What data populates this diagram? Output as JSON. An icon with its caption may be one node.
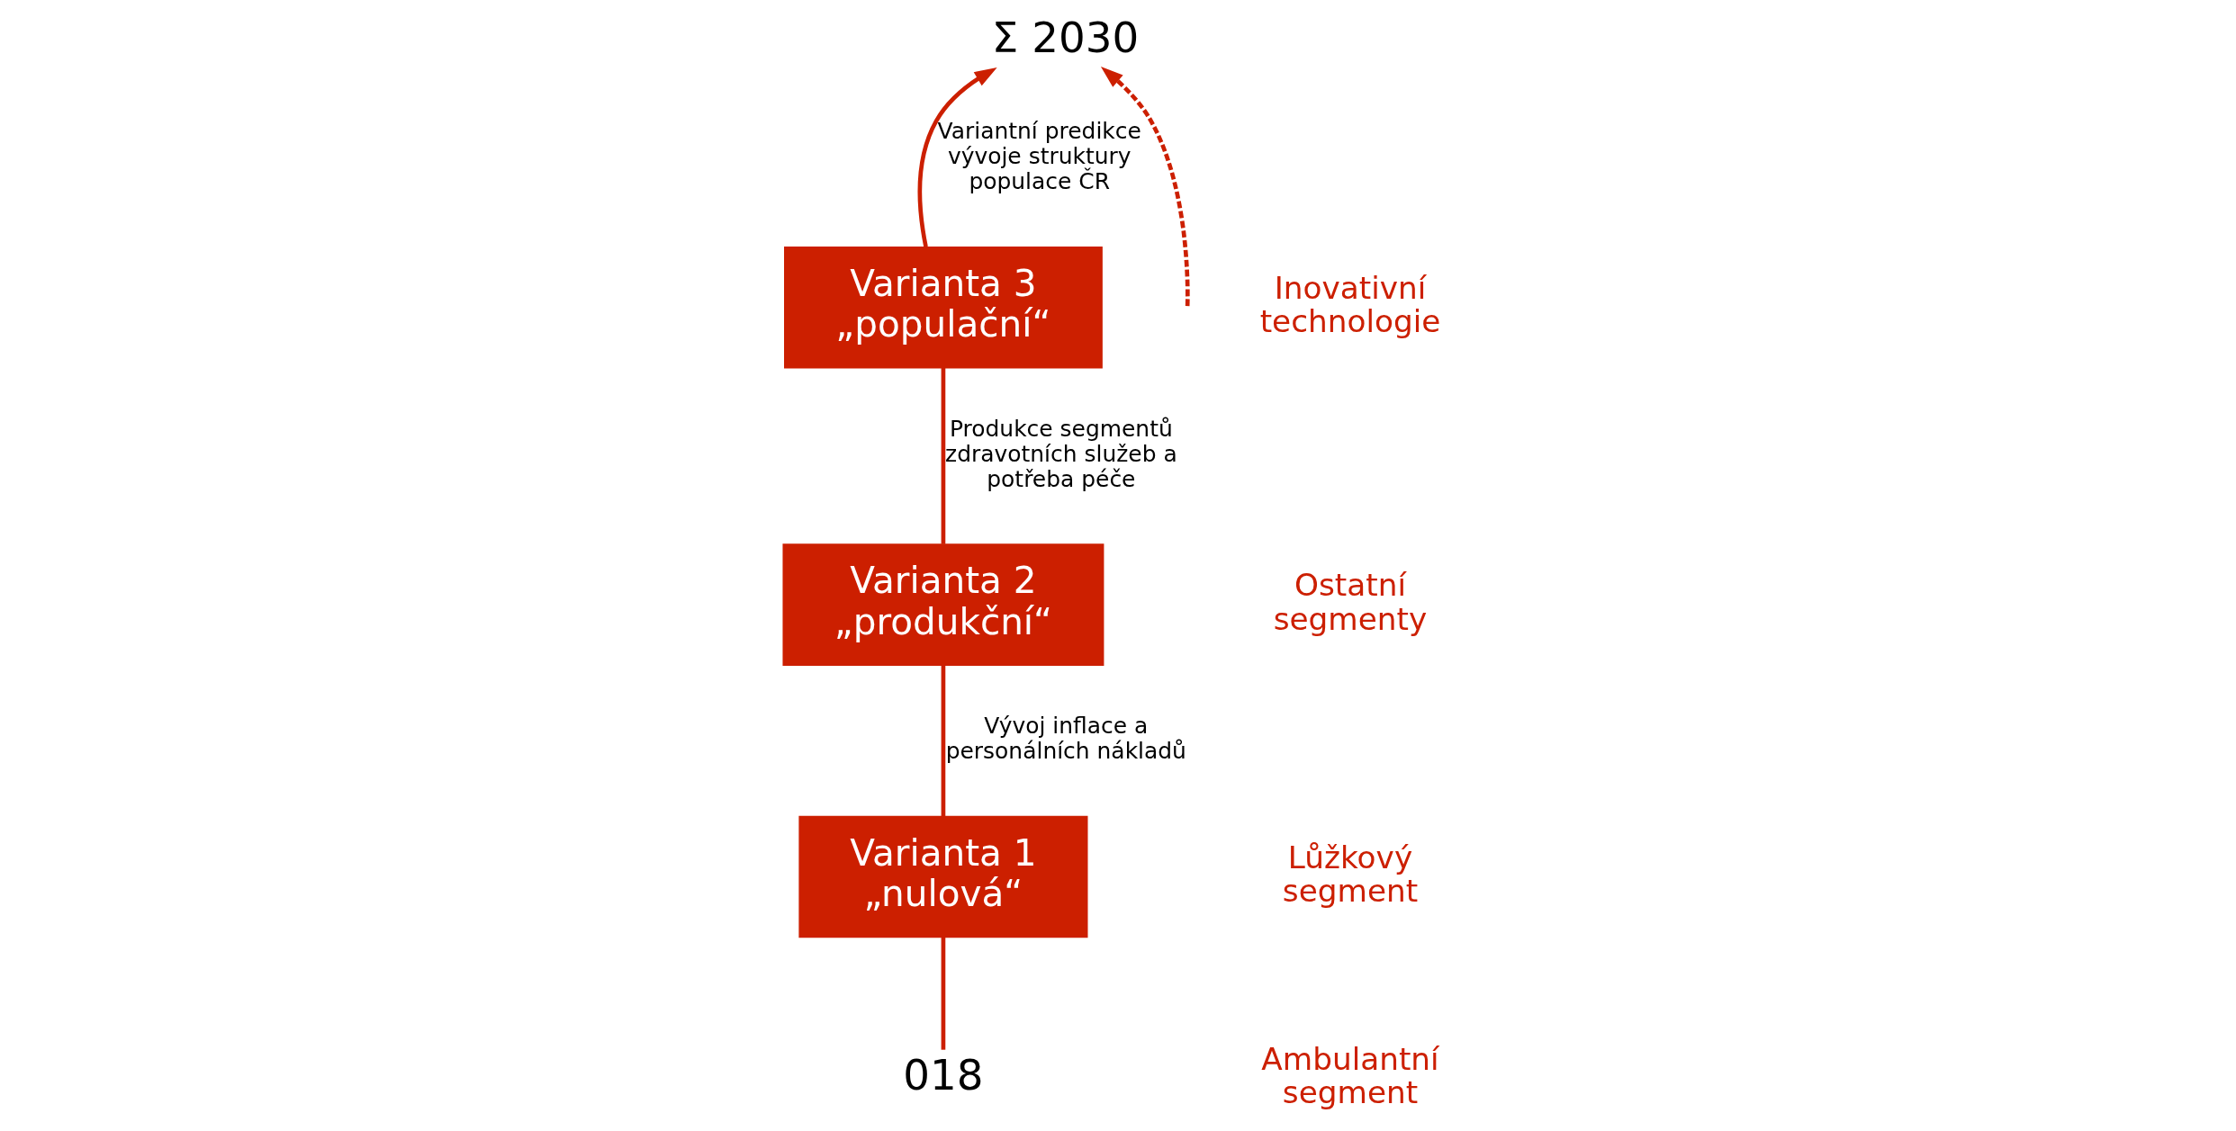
{
  "diagram": {
    "nodes": [
      {
        "text": [
          "018"
        ]
      },
      {
        "text": [
          "Varianta 1 „nulová“"
        ]
      },
      {
        "text": [
          "Varianta 2 „produkční“"
        ]
      },
      {
        "text": [
          "Varianta 3 „populační“"
        ]
      },
      {
        "text": [
          "Σ 2030"
        ]
      }
    ],
    "edges": [
      {
        "from": 0,
        "to": 1,
        "arrow": "none"
      },
      {
        "from": 1,
        "to": 2,
        "arrow": "none",
        "label": "Vývoj inflace a personálních nákladů"
      },
      {
        "from": 2,
        "to": 3,
        "arrow": "none",
        "label": "Produkce segmentů zdravotních služeb a potřeba péče"
      },
      {
        "from": 3,
        "to": 4,
        "arrow": "to",
        "label": "Variantní predikce vývoje struktury populace ČR"
      },
      {
        "from": null,
        "to": 4,
        "arrow": "to",
        "style": "dashed"
      }
    ],
    "labels": [
      "Inovativní technologie",
      "Ostatní segmenty",
      "Lůžkový segment",
      "Ambulantní segment"
    ]
  }
}
